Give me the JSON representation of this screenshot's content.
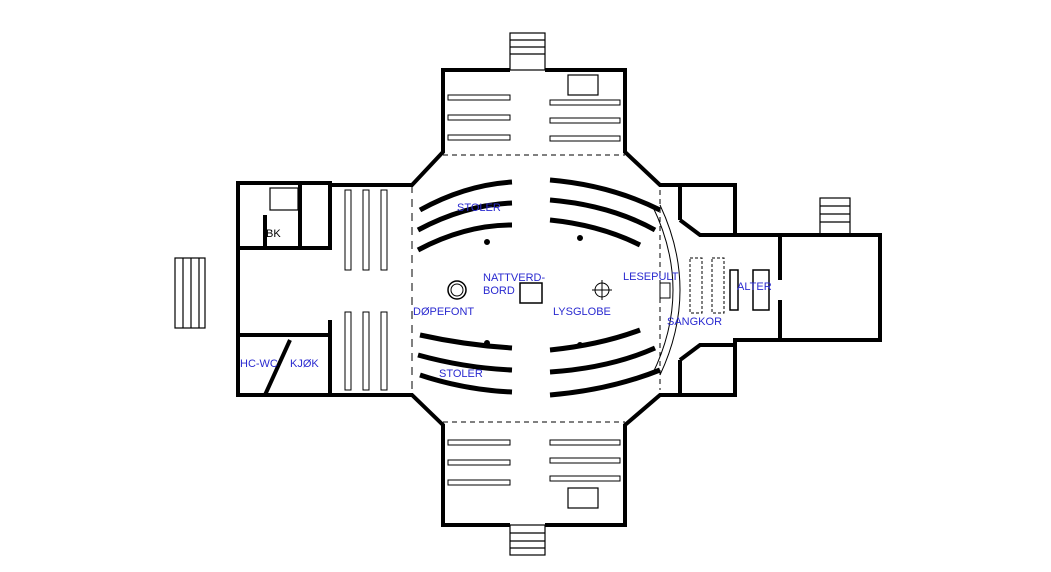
{
  "title": "Church floor plan",
  "colors": {
    "wall": "#000000",
    "label": "#2a2ad0"
  },
  "labels": {
    "stoler_north": "STOLER",
    "stoler_south": "STOLER",
    "nattverdbord_1": "NATTVERD-",
    "nattverdbord_2": "BORD",
    "dopefont": "DØPEFONT",
    "lysglobe": "LYSGLOBE",
    "lesepult": "LESEPULT",
    "alter": "ALTER",
    "sangkor": "SANGKOR",
    "hcwc": "HC-WC",
    "kjok": "KJØK",
    "bk": "BK"
  }
}
